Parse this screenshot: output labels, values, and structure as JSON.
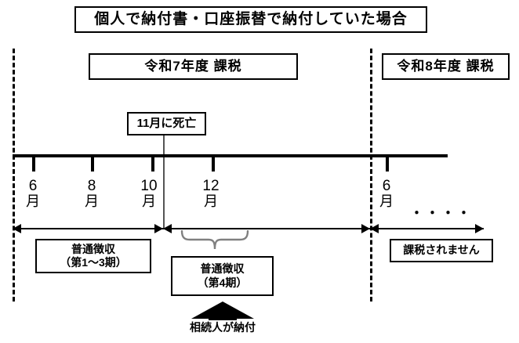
{
  "title": {
    "text": "個人で納付書・口座振替で納付していた場合"
  },
  "eras": {
    "current_year": "令和7年度 課税",
    "next_year": "令和8年度 課税"
  },
  "event": {
    "death_label": "11月に死亡"
  },
  "timeline": {
    "months": [
      {
        "number": "6",
        "unit": "月"
      },
      {
        "number": "8",
        "unit": "月"
      },
      {
        "number": "10",
        "unit": "月"
      },
      {
        "number": "12",
        "unit": "月"
      },
      {
        "number": "6",
        "unit": "月"
      }
    ],
    "continuation": "・・・・"
  },
  "segments": {
    "before_death": "普通徴収\n（第1〜3期）",
    "after_death": "普通徴収\n（第4期）",
    "next_year_status": "課税されません"
  },
  "annotation": {
    "payer": "相続人が納付"
  },
  "colors": {
    "line": "#000000",
    "brace": "#808080",
    "background": "#ffffff"
  }
}
